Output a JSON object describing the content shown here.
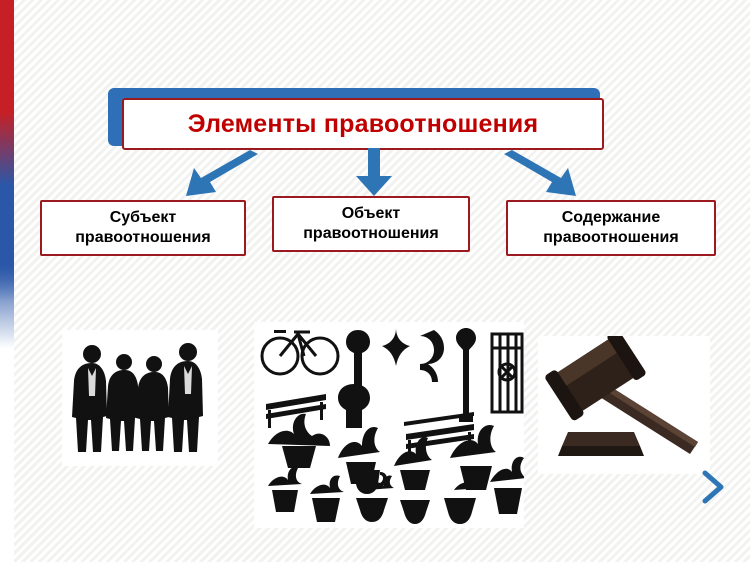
{
  "slide": {
    "title": "Элементы правоотношения",
    "nodes": [
      {
        "id": "subject",
        "line1": "Субъект",
        "line2": "правоотношения"
      },
      {
        "id": "object",
        "line1": "Объект",
        "line2": "правоотношения"
      },
      {
        "id": "content",
        "line1": "Содержание",
        "line2": "правоотношения"
      }
    ],
    "illustrations": [
      {
        "id": "people",
        "name": "people-silhouettes-image"
      },
      {
        "id": "objects",
        "name": "objects-silhouettes-image"
      },
      {
        "id": "gavel",
        "name": "judge-gavel-image"
      }
    ],
    "arrows": [
      {
        "id": "arrow-left",
        "direction": "down-left"
      },
      {
        "id": "arrow-center",
        "direction": "down"
      },
      {
        "id": "arrow-right",
        "direction": "down-right"
      }
    ],
    "navigation": {
      "next_label": "❯"
    },
    "colors": {
      "title_text": "#c00000",
      "box_border": "#9c1a1f",
      "title_shadow": "#2e6fb7",
      "arrow": "#2e75b6",
      "edge_red": "#c62026",
      "edge_blue": "#2a57a8",
      "chevron": "#2e75b6"
    }
  }
}
